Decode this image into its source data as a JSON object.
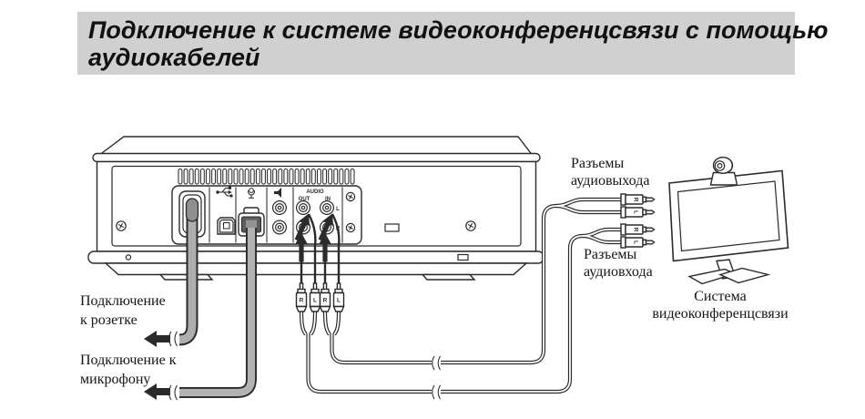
{
  "title": {
    "line1": "Подключение к системе видеоконференцсвязи с помощью",
    "line2": "аудиокабелей"
  },
  "rear_panel": {
    "audio_label": "AUDIO",
    "out_label": "OUT",
    "in_label": "IN",
    "in_left_label": "L",
    "in_right_label": "R"
  },
  "plugs": {
    "hanging": [
      "R",
      "L",
      "R",
      "L"
    ],
    "output_pair": {
      "top": "R",
      "bottom": "L"
    },
    "input_pair": {
      "top": "R",
      "bottom": "L"
    }
  },
  "callouts": {
    "audio_output": {
      "line1": "Разъемы",
      "line2": "аудиовыхода"
    },
    "audio_input": {
      "line1": "Разъемы",
      "line2": "аудиовхода"
    },
    "system": {
      "line1": "Система",
      "line2": "видеоконференцсвязи"
    },
    "outlet": {
      "line1": "Подключение",
      "line2": "к розетке"
    },
    "microphone": {
      "line1": "Подключение к",
      "line2": "микрофону"
    }
  },
  "colors": {
    "title_bar_bg": "#d0d0d0",
    "line": "#2a2a2a",
    "cable_gray": "#aeaeae"
  }
}
